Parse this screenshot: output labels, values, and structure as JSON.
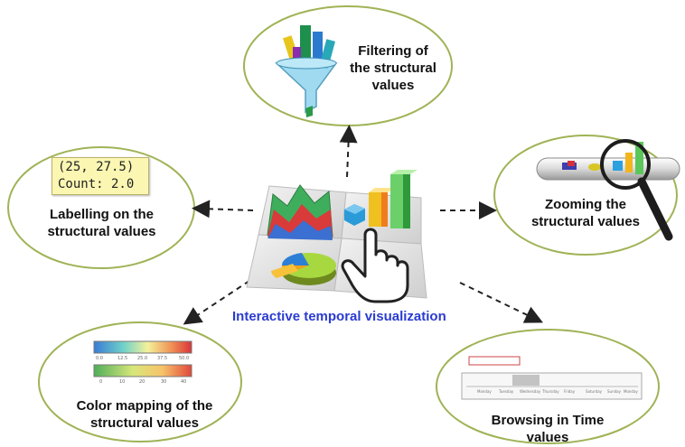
{
  "center": {
    "title": "Interactive temporal visualization"
  },
  "nodes": {
    "filtering": {
      "line1": "Filtering of",
      "line2": "the structural",
      "line3": "values"
    },
    "labelling": {
      "line1": "Labelling on the",
      "line2": "structural values"
    },
    "zooming": {
      "line1": "Zooming the",
      "line2": "structural values"
    },
    "color_mapping": {
      "line1": "Color mapping of the",
      "line2": "structural values"
    },
    "browsing": {
      "line1": "Browsing in Time",
      "line2": "values"
    }
  },
  "tooltip": {
    "coords": "(25, 27.5)",
    "count": "Count: 2.0"
  },
  "colors": {
    "ellipse_border": "#9fb356",
    "arrow": "#222222",
    "title_blue": "#2a3bd1"
  },
  "icons": [
    "funnel-icon",
    "magnifier-icon",
    "hand-pointer-icon",
    "pie-chart-icon",
    "bar-chart-icon",
    "area-chart-icon",
    "color-scale-icon",
    "timeline-icon",
    "mouse-cursor-icon"
  ]
}
